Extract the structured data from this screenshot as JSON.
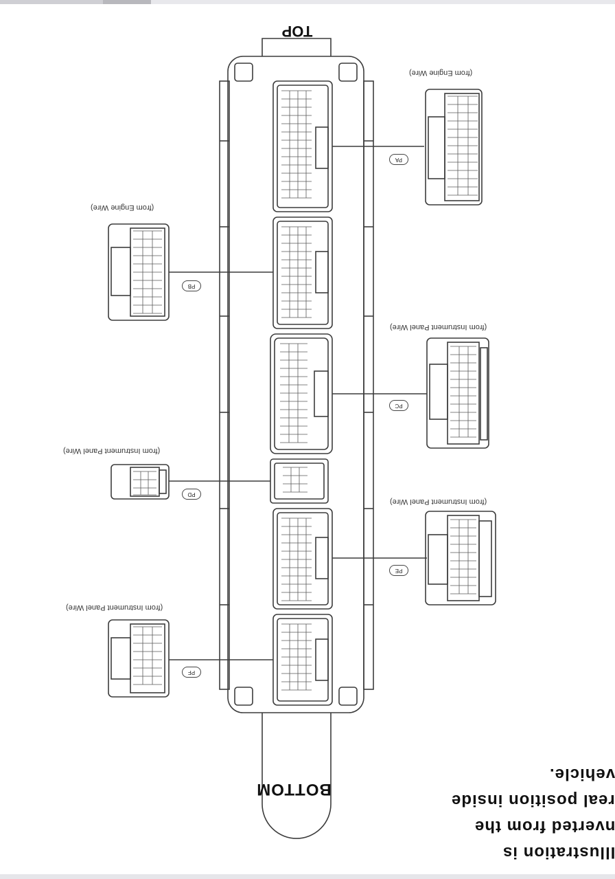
{
  "diagram": {
    "top_label": "TOP",
    "bottom_label": "BOTTOM",
    "note_lines": [
      "Illustration is",
      "nverted from the",
      "real position inside",
      "vehicle."
    ],
    "connectors": [
      {
        "id": "PA",
        "tag": "PA",
        "source": "(from Engine Wire)"
      },
      {
        "id": "PB",
        "tag": "PB",
        "source": "(from Engine Wire)"
      },
      {
        "id": "PC",
        "tag": "PC",
        "source": "(from Instrument Panel Wire)"
      },
      {
        "id": "PD",
        "tag": "PD",
        "source": "(from Instrument Panel Wire)"
      },
      {
        "id": "PE",
        "tag": "PE",
        "source": "(from Instrument Panel Wire)"
      },
      {
        "id": "PF",
        "tag": "PF",
        "source": "(from Instrument Panel Wire)"
      }
    ]
  },
  "colors": {
    "line": "#3c3c3c",
    "background": "#ffffff"
  }
}
